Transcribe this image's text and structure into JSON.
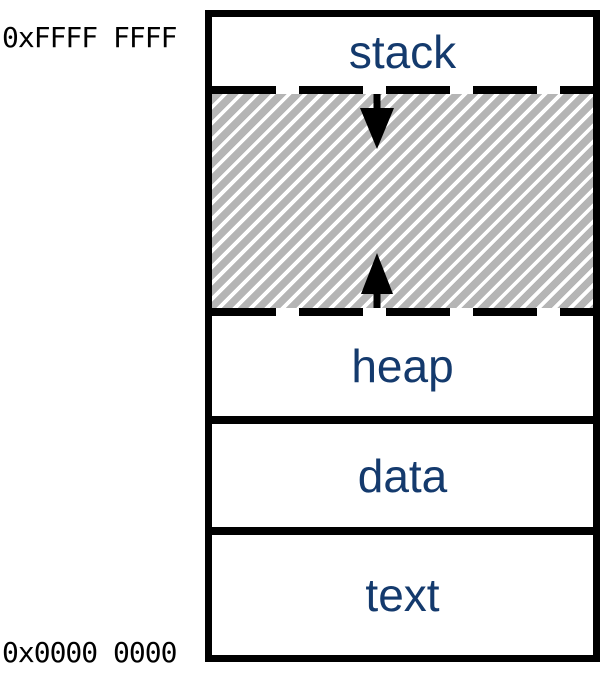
{
  "diagram": {
    "type": "process-memory-layout",
    "address_top": "0xFFFF FFFF",
    "address_bottom": "0x0000 0000",
    "sections": [
      {
        "label": "stack"
      },
      {
        "label": "heap"
      },
      {
        "label": "data"
      },
      {
        "label": "text"
      }
    ],
    "gap": {
      "meaning": "free memory between stack and heap",
      "stack_growth_direction": "down",
      "heap_growth_direction": "up"
    },
    "colors": {
      "label_navy": "#143a6d",
      "border_black": "#000000",
      "hatch_gray": "#b5b5b5",
      "background": "#ffffff"
    }
  }
}
